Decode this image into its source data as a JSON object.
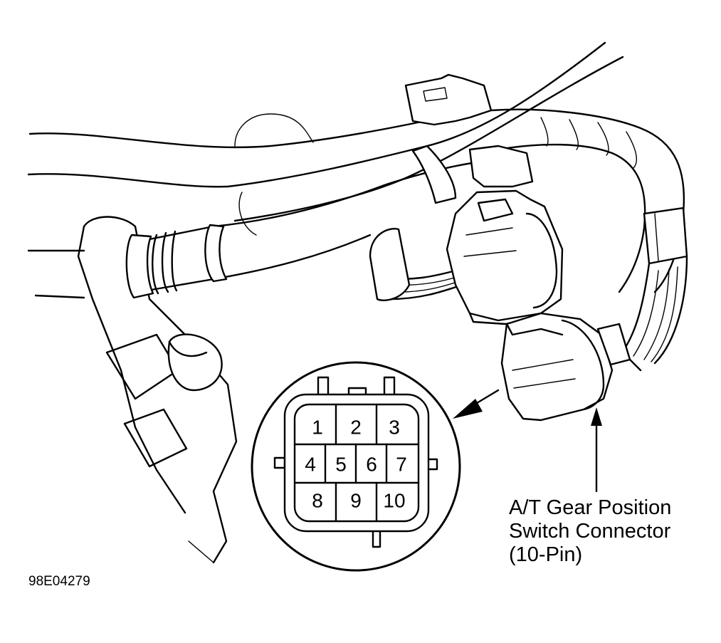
{
  "callout": {
    "lines": [
      "A/T Gear Position",
      "Switch Connector",
      "(10-Pin)"
    ]
  },
  "connector_pins": {
    "row1": [
      "1",
      "2",
      "3"
    ],
    "row2": [
      "4",
      "5",
      "6",
      "7"
    ],
    "row3": [
      "8",
      "9",
      "10"
    ]
  },
  "figure_id": "98E04279"
}
